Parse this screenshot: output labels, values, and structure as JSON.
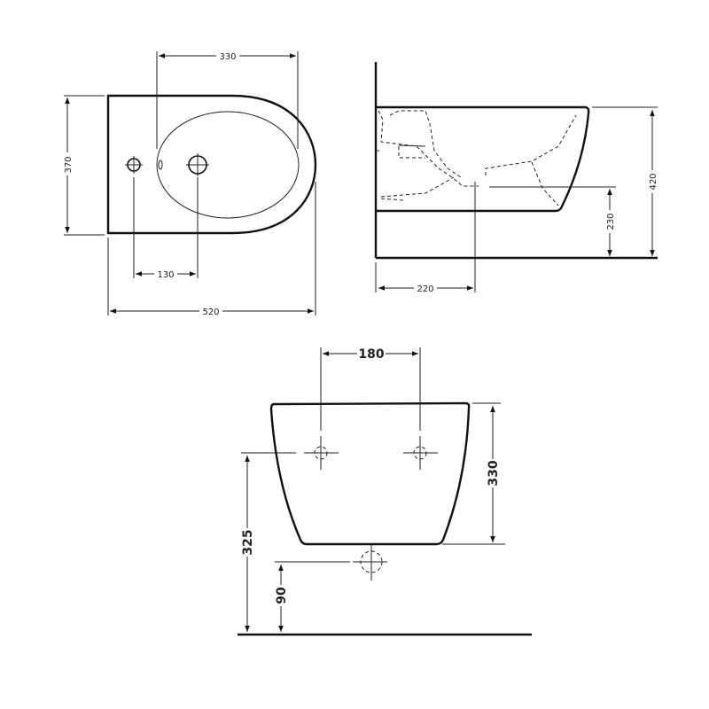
{
  "drawing": {
    "subject": "Wall-hung bidet technical drawing",
    "line_color": "#111111",
    "background": "#ffffff"
  },
  "top_view": {
    "dims": {
      "overall_length": "520",
      "overall_width": "370",
      "bowl_length": "330",
      "tap_hole_spacing": "130"
    }
  },
  "side_view": {
    "dims": {
      "total_height": "420",
      "outlet_height": "230",
      "outlet_distance_from_wall": "220"
    }
  },
  "front_view": {
    "dims": {
      "fixing_bolt_spacing": "180",
      "front_height": "330",
      "fixing_height_from_floor": "325",
      "outlet_height_from_floor": "90"
    }
  }
}
